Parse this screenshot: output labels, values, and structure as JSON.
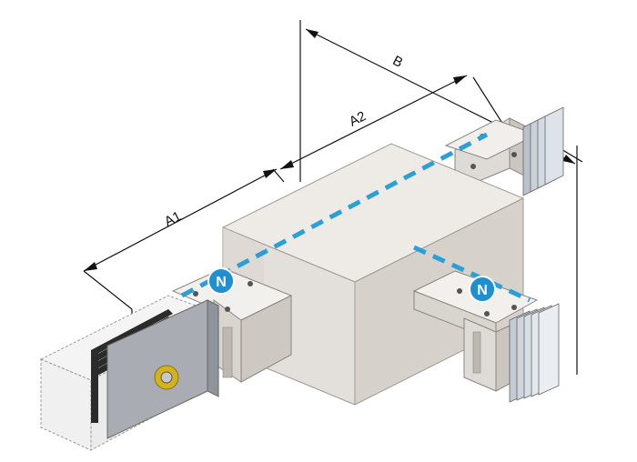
{
  "dimensions": {
    "a1": "A1",
    "a2": "A2",
    "b": "B"
  },
  "neutral_markers": {
    "left": "N",
    "right": "N"
  },
  "colors": {
    "housing_light": "#e9e6e2",
    "housing_mid": "#dcd8d3",
    "housing_dark": "#cfcac4",
    "neutral_dash": "#2a9fd8",
    "badge_blue": "#1f8fd1",
    "plate_gray": "#a9adb3",
    "insulator_dark": "#2b2b2b",
    "bolt_gold": "#d4b21e"
  },
  "icons": {
    "neutral_badge": "neutral-n-badge-icon",
    "bolt": "bolt-icon"
  }
}
